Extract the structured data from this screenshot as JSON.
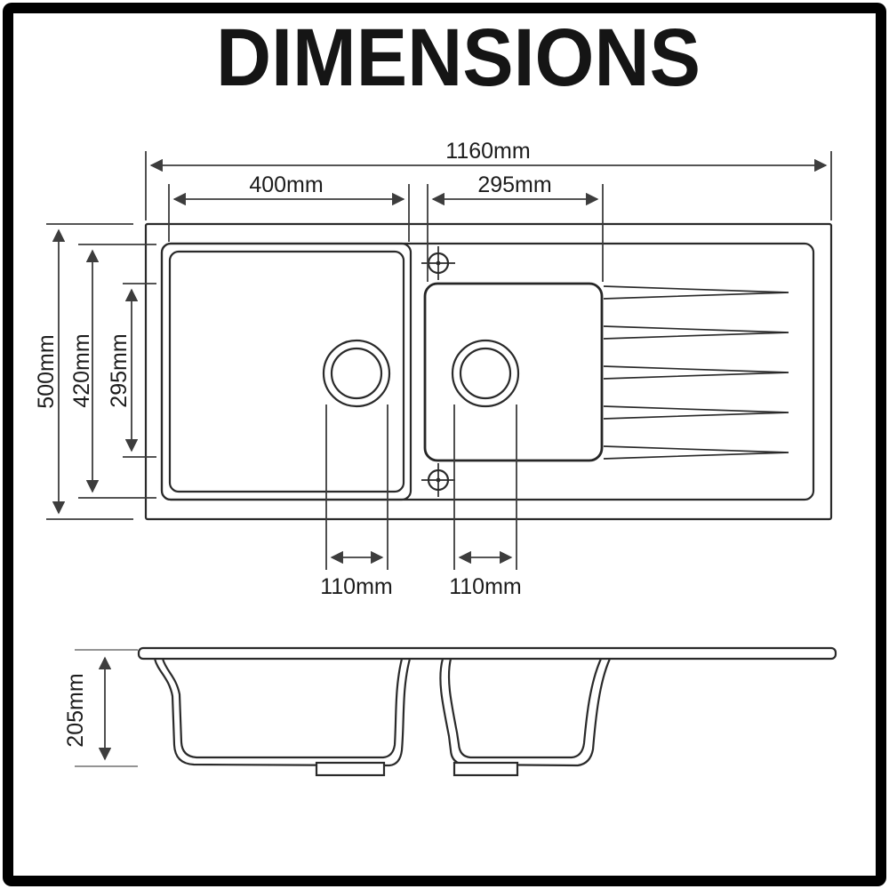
{
  "title": "DIMENSIONS",
  "colors": {
    "frame": "#000000",
    "drawing_line": "#2a2a2a",
    "dimension_line": "#3d3d3d",
    "background": "#ffffff"
  },
  "top_view": {
    "description": "sink plan view with two bowls and drainer grooves",
    "dim_labels": {
      "overall_width": "1160mm",
      "left_bowl_width": "400mm",
      "right_bowl_width": "295mm",
      "overall_depth": "500mm",
      "left_bowl_length": "420mm",
      "right_bowl_length": "295mm",
      "left_drain_width": "110mm",
      "right_drain_width": "110mm"
    },
    "features": {
      "tap_holes": 2,
      "drainer_grooves": 5,
      "drains": 2
    }
  },
  "side_view": {
    "description": "sink cross-section profile with two bowls",
    "dim_labels": {
      "bowl_depth": "205mm"
    }
  }
}
